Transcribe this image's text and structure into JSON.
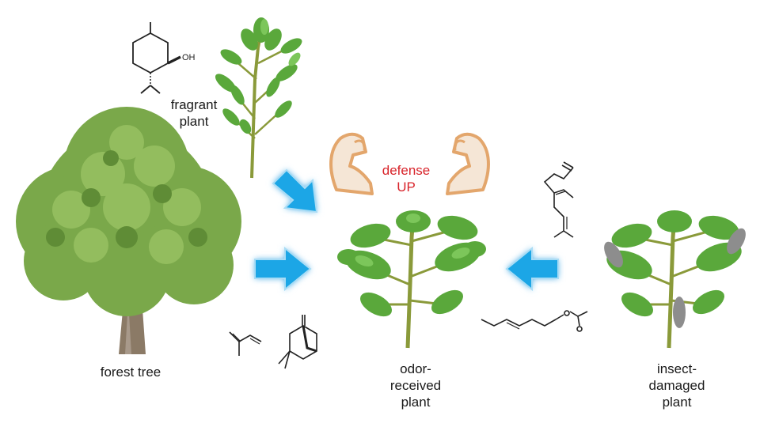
{
  "labels": {
    "fragrant_plant": [
      "fragrant",
      "plant"
    ],
    "forest_tree": [
      "forest tree"
    ],
    "odor_received_plant": [
      "odor-",
      "received",
      "plant"
    ],
    "insect_damaged_plant": [
      "insect-",
      "damaged",
      "plant"
    ],
    "defense": [
      "defense",
      "UP"
    ],
    "oh_group": "OH"
  },
  "colors": {
    "arrow": "#1aa6e6",
    "arrow_glow": "#a9dcf5",
    "defense_text": "#d8232a",
    "muscle_arm": "#e3a66c",
    "tree_foliage": "#7aa84a",
    "plant_green": "#5aa83b",
    "stem": "#8a9a3a",
    "trunk": "#8b7a66",
    "insect": "#8d8d8d"
  },
  "icons": [
    "flexed-arm-icon",
    "blue-arrow-icon",
    "molecule-structure-icon"
  ]
}
